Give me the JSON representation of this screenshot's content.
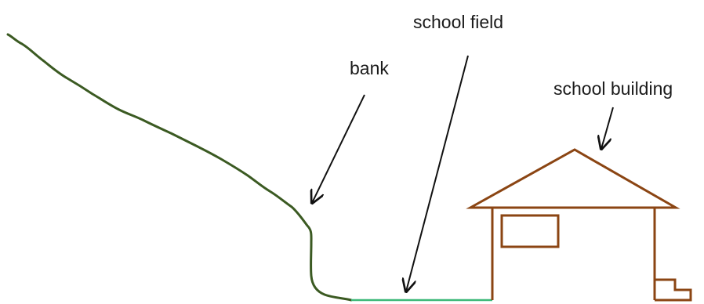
{
  "labels": {
    "school_field": "school field",
    "bank": "bank",
    "school_building": "school building"
  },
  "colors": {
    "bank": "#3b5a22",
    "field": "#3cb878",
    "building": "#8b4513",
    "arrow": "#111111",
    "text": "#1a1a1a"
  }
}
